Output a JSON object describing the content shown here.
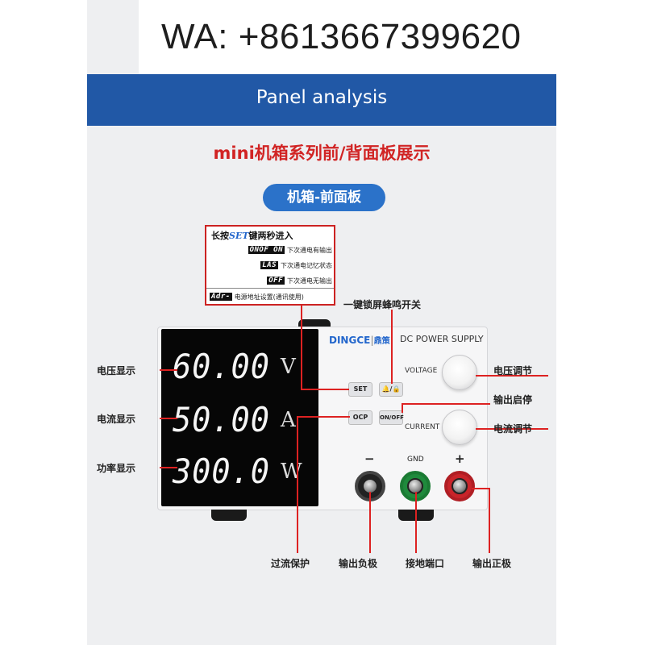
{
  "header": {
    "contact": "WA: +8613667399620",
    "section_title": "Panel analysis"
  },
  "subtitle": "mini机箱系列前/背面板展示",
  "pill_label": "机箱-前面板",
  "set_box": {
    "title_prefix": "长按",
    "title_key": "SET",
    "title_suffix": "键两秒进入",
    "rows": [
      {
        "code": "ONOF ON",
        "desc": "下次通电有输出"
      },
      {
        "code": "LAS",
        "desc": "下次通电记忆状态"
      },
      {
        "code": "OFF",
        "desc": "下次通电无输出"
      },
      {
        "code": "Adr-",
        "desc": "电源地址设置(通讯使用)"
      }
    ]
  },
  "device": {
    "brand": "DINGCE",
    "brand_cn": "鼎策",
    "model_label": "DC POWER SUPPLY",
    "voltage_digits": "60.00",
    "voltage_unit": "V",
    "current_digits": "50.00",
    "current_unit": "A",
    "power_digits": "300.0",
    "power_unit": "W",
    "btn_set": "SET",
    "btn_lock": "🔔/🔒",
    "btn_ocp": "OCP",
    "btn_onoff": "ON/OFF",
    "knob_voltage_label": "VOLTAGE",
    "knob_current_label": "CURRENT",
    "term_minus": "−",
    "term_gnd": "GND",
    "term_plus": "+"
  },
  "callouts": {
    "voltage_display": "电压显示",
    "current_display": "电流显示",
    "power_display": "功率显示",
    "lock_buzzer": "一键锁屏蜂鸣开关",
    "voltage_adjust": "电压调节",
    "output_toggle": "输出启停",
    "current_adjust": "电流调节",
    "overcurrent": "过流保护",
    "neg_output": "输出负极",
    "ground": "接地端口",
    "pos_output": "输出正极"
  },
  "colors": {
    "band_blue": "#2158a6",
    "pill_blue": "#2b72c9",
    "accent_red": "#d12424",
    "display_black": "#060606"
  }
}
